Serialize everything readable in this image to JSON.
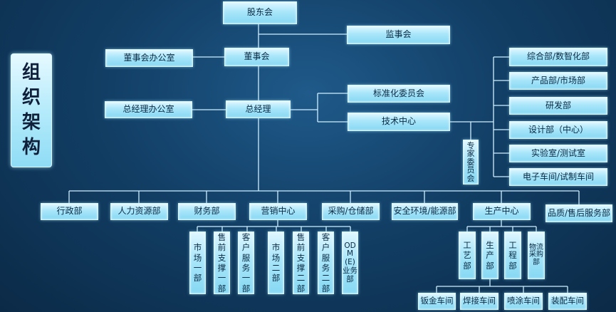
{
  "title": [
    "组",
    "织",
    "架",
    "构"
  ],
  "top": {
    "shareholders": "股东会",
    "supervisory": "监事会",
    "board_office": "董事会办公室",
    "board": "董事会",
    "gm_office": "总经理办公室",
    "gm": "总经理",
    "standardization": "标准化委员会",
    "tech_center": "技术中心",
    "expert_committee": "专家委员会"
  },
  "tech_departments": [
    "综合部/数智化部",
    "产品部/市场部",
    "研发部",
    "设计部（中心）",
    "实验室/测试室",
    "电子车间/试制车间"
  ],
  "departments": [
    "行政部",
    "人力资源部",
    "财务部",
    "营销中心",
    "采购/仓储部",
    "安全环境/能源部",
    "生产中心",
    "品质/售后服务部"
  ],
  "marketing_subs": [
    "市场一部",
    "售前支撑一部",
    "客户服务一部",
    "市场二部",
    "售前支撑二部",
    "客户服务二部",
    "ODM(E)业务部"
  ],
  "production_subs": [
    "工艺部",
    "生产部",
    "工程部",
    "物流采购部"
  ],
  "workshops": [
    "钣金车间",
    "焊接车间",
    "喷涂车间",
    "装配车间"
  ]
}
